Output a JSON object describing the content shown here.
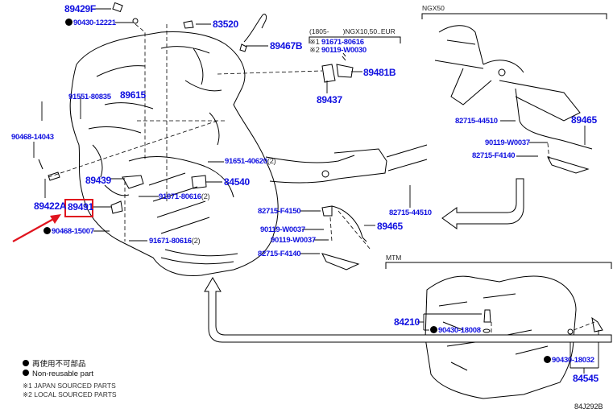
{
  "diagram": {
    "code": "84J292B",
    "highlight_color": "#e0141e",
    "label_color": "#1010e0",
    "highlighted_part": "89491"
  },
  "labels": {
    "p89429F": "89429F",
    "p90430_12221": "90430-12221",
    "p83520": "83520",
    "p89467B": "89467B",
    "p91551_80835": "91551-80835",
    "p89615": "89615",
    "p90468_14043": "90468-14043",
    "p89422A": "89422A",
    "p89439": "89439",
    "p89491": "89491",
    "p90468_15007": "90468-15007",
    "p91671_80616_a": "91671-80616",
    "p91671_80616_b": "91671-80616",
    "p91651_40620": "91651-40620",
    "p84540": "84540",
    "p82715_F4150": "82715-F4150",
    "p90119_W0037_a": "90119-W0037",
    "p90119_W0037_b": "90119-W0037",
    "p82715_F4140_a": "82715-F4140",
    "p89465_a": "89465",
    "p82715_44510_a": "82715-44510",
    "p89437": "89437",
    "p89481B": "89481B",
    "p82715_44510_b": "82715-44510",
    "p89465_b": "89465",
    "p90119_W0037_c": "90119-W0037",
    "p82715_F4140_b": "82715-F4140",
    "p84210": "84210",
    "p90430_18008": "90430-18008",
    "p90430_18032": "90430-18032",
    "p84545": "84545"
  },
  "quantities": {
    "q2": "(2)"
  },
  "sections": {
    "eur_header": "(1805-　　)NGX10,50..EUR",
    "eur_note1_mark": "※1",
    "eur_note1_part": "91671-80616",
    "eur_note2_mark": "※2",
    "eur_note2_part": "90119-W0030",
    "ngx50_header": "NGX50",
    "mtm_header": "MTM"
  },
  "legend": {
    "non_reusable_jp": "再使用不可部品",
    "non_reusable_en": "Non-reusable part",
    "note1": "※1 JAPAN SOURCED PARTS",
    "note2": "※2 LOCAL SOURCED PARTS"
  }
}
